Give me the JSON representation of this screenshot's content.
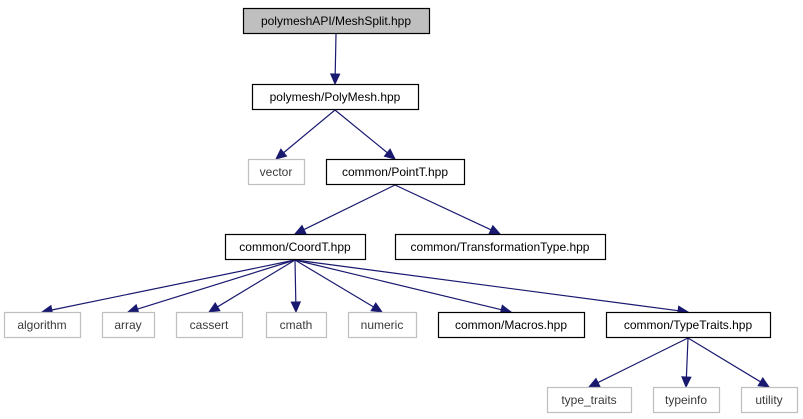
{
  "nodes": {
    "mesh_split": {
      "label": "polymeshAPI/MeshSplit.hpp",
      "kind": "root"
    },
    "poly_mesh": {
      "label": "polymesh/PolyMesh.hpp",
      "kind": "doc"
    },
    "vector": {
      "label": "vector",
      "kind": "ext"
    },
    "point_t": {
      "label": "common/PointT.hpp",
      "kind": "doc"
    },
    "coord_t": {
      "label": "common/CoordT.hpp",
      "kind": "doc"
    },
    "transformation_type": {
      "label": "common/TransformationType.hpp",
      "kind": "doc"
    },
    "algorithm": {
      "label": "algorithm",
      "kind": "ext"
    },
    "array": {
      "label": "array",
      "kind": "ext"
    },
    "cassert": {
      "label": "cassert",
      "kind": "ext"
    },
    "cmath": {
      "label": "cmath",
      "kind": "ext"
    },
    "numeric": {
      "label": "numeric",
      "kind": "ext"
    },
    "macros": {
      "label": "common/Macros.hpp",
      "kind": "doc"
    },
    "type_traits_hpp": {
      "label": "common/TypeTraits.hpp",
      "kind": "doc"
    },
    "type_traits": {
      "label": "type_traits",
      "kind": "ext"
    },
    "typeinfo": {
      "label": "typeinfo",
      "kind": "ext"
    },
    "utility": {
      "label": "utility",
      "kind": "ext"
    }
  },
  "edges": [
    [
      "mesh_split",
      "poly_mesh"
    ],
    [
      "poly_mesh",
      "vector"
    ],
    [
      "poly_mesh",
      "point_t"
    ],
    [
      "point_t",
      "coord_t"
    ],
    [
      "point_t",
      "transformation_type"
    ],
    [
      "coord_t",
      "algorithm"
    ],
    [
      "coord_t",
      "array"
    ],
    [
      "coord_t",
      "cassert"
    ],
    [
      "coord_t",
      "cmath"
    ],
    [
      "coord_t",
      "numeric"
    ],
    [
      "coord_t",
      "macros"
    ],
    [
      "coord_t",
      "type_traits_hpp"
    ],
    [
      "type_traits_hpp",
      "type_traits"
    ],
    [
      "type_traits_hpp",
      "typeinfo"
    ],
    [
      "type_traits_hpp",
      "utility"
    ]
  ],
  "colors": {
    "edge": "#191970",
    "root_fill": "#bfbfbf",
    "doc_border": "#000000",
    "ext_border": "#bfbfbf"
  }
}
